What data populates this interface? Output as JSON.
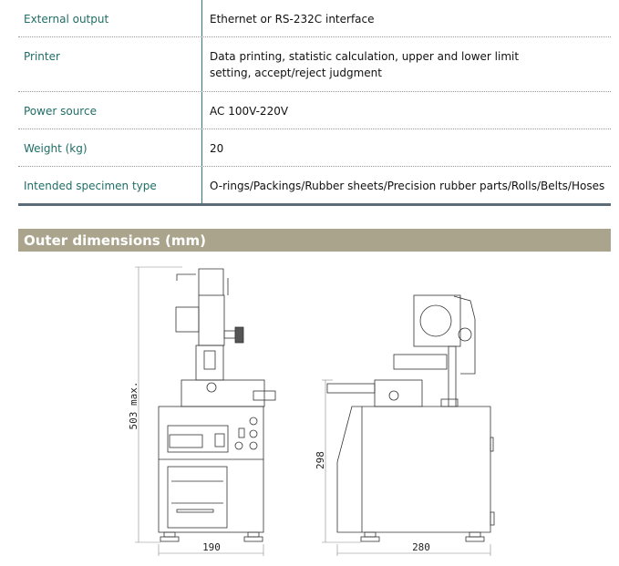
{
  "specs": [
    {
      "label": "External output",
      "value": "Ethernet or RS-232C interface"
    },
    {
      "label": "Printer",
      "value": "Data printing, statistic calculation, upper and lower limit setting, accept/reject judgment"
    },
    {
      "label": "Power source",
      "value": "AC 100V-220V"
    },
    {
      "label": "Weight (kg)",
      "value": "20"
    },
    {
      "label": "Intended specimen type",
      "value": "O-rings/Packings/Rubber sheets/Precision rubber parts/Rolls/Belts/Hoses"
    }
  ],
  "section_title": "Outer dimensions (mm)",
  "drawing": {
    "height_label": "503 max.",
    "front_width": "190",
    "side_height": "298",
    "side_width": "280"
  },
  "colors": {
    "label": "#1f6e66",
    "header_bar": "#aaa48c",
    "rule": "#5b6b78"
  }
}
